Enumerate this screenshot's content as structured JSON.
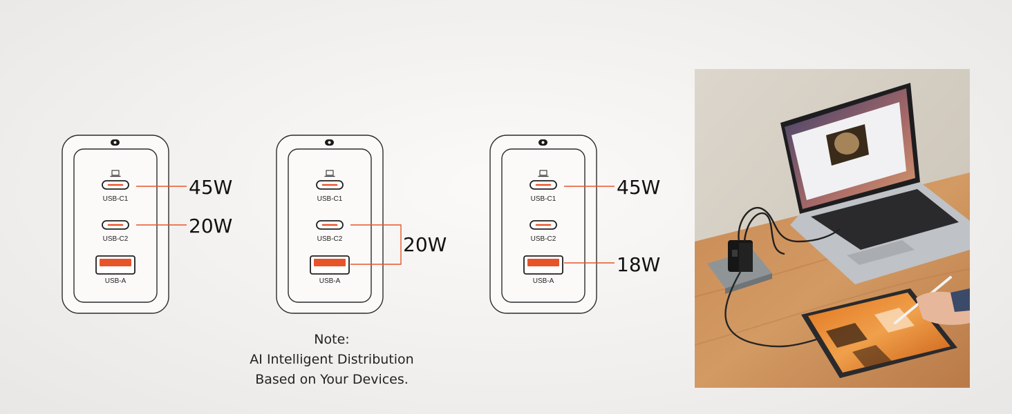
{
  "chargers": [
    {
      "ports": [
        "USB-C1",
        "USB-C2",
        "USB-A"
      ],
      "outputs": [
        {
          "label": "45W",
          "port": "USB-C1"
        },
        {
          "label": "20W",
          "port": "USB-C2"
        }
      ]
    },
    {
      "ports": [
        "USB-C1",
        "USB-C2",
        "USB-A"
      ],
      "outputs": [
        {
          "label": "20W",
          "port": "USB-C2 + USB-A"
        }
      ]
    },
    {
      "ports": [
        "USB-C1",
        "USB-C2",
        "USB-A"
      ],
      "outputs": [
        {
          "label": "45W",
          "port": "USB-C1"
        },
        {
          "label": "18W",
          "port": "USB-A"
        }
      ]
    }
  ],
  "note": {
    "line1": "Note:",
    "line2": "AI Intelligent Distribution",
    "line3": "Based on Your Devices."
  },
  "colors": {
    "accent": "#e8542a",
    "outline": "#2b2b2b",
    "text": "#111111"
  },
  "icons": {
    "laptop": "laptop-icon",
    "usb_c_port": "usb-c-port-icon",
    "usb_a_port": "usb-a-port-icon"
  }
}
